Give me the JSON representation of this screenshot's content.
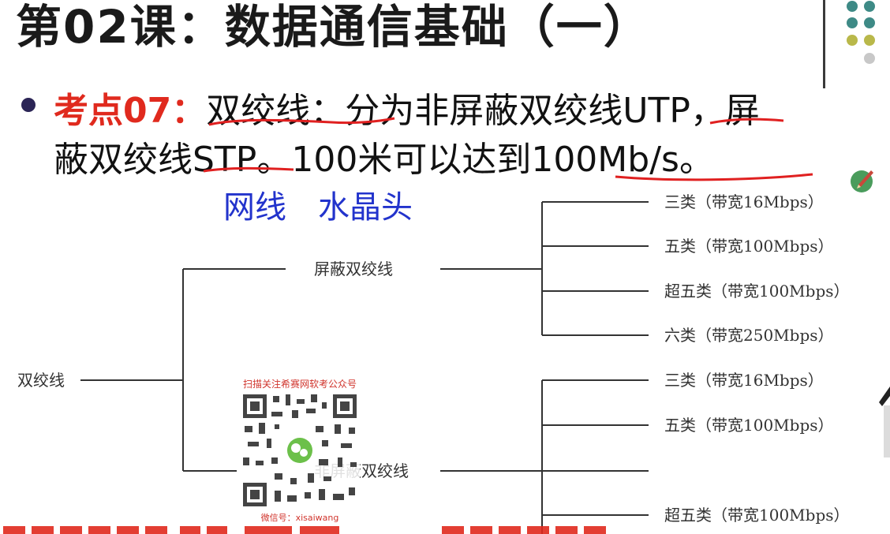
{
  "slide": {
    "title": "第02课：数据通信基础（一）",
    "keypoint_label": "考点07：",
    "line1_text": "双绞线：分为非屏蔽双绞线UTP，屏",
    "line2_text": "蔽双绞线STP。100米可以达到100Mb/s。",
    "blue_note_1": "网线",
    "blue_note_2": "水晶头"
  },
  "tree": {
    "root": "双绞线",
    "branch_1": {
      "label": "屏蔽双绞线",
      "leaves": [
        "三类（带宽16Mbps）",
        "五类（带宽100Mbps）",
        "超五类（带宽100Mbps）",
        "六类（带宽250Mbps）"
      ]
    },
    "branch_2": {
      "label": "非屏蔽双绞线",
      "leaves": [
        "三类（带宽16Mbps）",
        "五类（带宽100Mbps）",
        "",
        "超五类（带宽100Mbps）"
      ]
    }
  },
  "watermark": {
    "top_text": "扫描关注希赛网软考公众号",
    "bottom_text": "微信号：xisaiwang"
  },
  "colors": {
    "keypoint_red": "#e02a1e",
    "annotation_red": "#e02020",
    "note_blue": "#2233cc",
    "title_dark": "#1a1a1a",
    "dot_teal": "#3e8a86",
    "dot_olive": "#b9b84a",
    "dot_grey": "#c8c8c8"
  }
}
